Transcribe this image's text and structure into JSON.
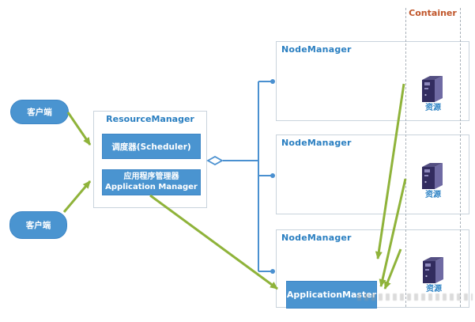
{
  "clients": [
    {
      "label": "客户端"
    },
    {
      "label": "客户端"
    }
  ],
  "resource_manager": {
    "title": "ResourceManager",
    "scheduler_label": "调度器(Scheduler)",
    "app_manager_zh": "应用程序管理器",
    "app_manager_en": "Application Manager"
  },
  "node_managers": [
    {
      "title": "NodeManager",
      "resource_label": "资源"
    },
    {
      "title": "NodeManager",
      "resource_label": "资源"
    },
    {
      "title": "NodeManager",
      "resource_label": "资源",
      "application_master_label": "ApplicationMaster"
    }
  ],
  "container": {
    "title": "Container"
  },
  "colors": {
    "node_fill": "#4a94d0",
    "node_border": "#3d86c6",
    "title_blue": "#2a7fc1",
    "container_orange": "#c0552a",
    "green_arrow": "#8fb33a",
    "blue_line": "#4a90d0",
    "box_border": "#c9d3dc",
    "resource_blue": "#2e83c5"
  }
}
